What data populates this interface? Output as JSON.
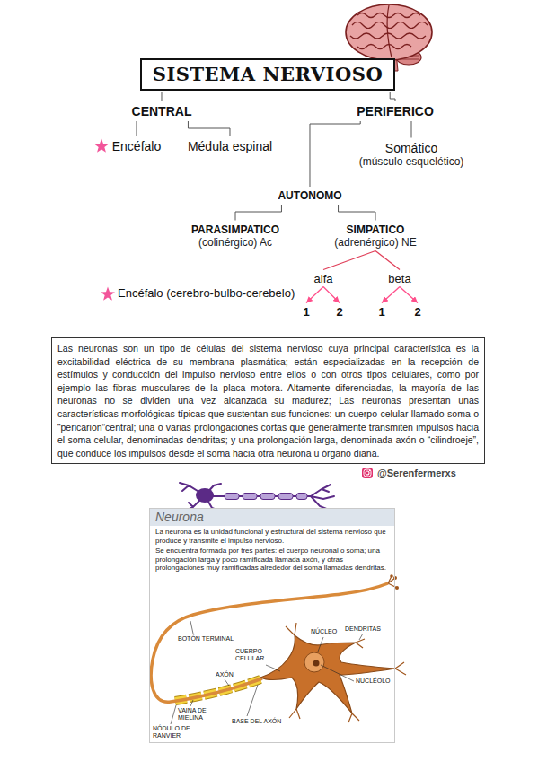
{
  "diagram": {
    "nodes": [
      {
        "text": [
          "SISTEMA NERVIOSO"
        ]
      },
      {
        "text": [
          "CENTRAL"
        ]
      },
      {
        "text": [
          "PERIFERICO"
        ]
      },
      {
        "text": [
          "Encéfalo"
        ]
      },
      {
        "text": [
          "Médula espinal"
        ]
      },
      {
        "text": [
          "Somático",
          "(músculo esquelético)"
        ]
      },
      {
        "text": [
          "AUTONOMO"
        ]
      },
      {
        "text": [
          "PARASIMPATICO",
          "(colinérgico) Ac"
        ]
      },
      {
        "text": [
          "SIMPATICO",
          "(adrenérgico) NE"
        ]
      },
      {
        "text": [
          "alfa"
        ]
      },
      {
        "text": [
          "beta"
        ]
      },
      {
        "text": [
          "1"
        ]
      },
      {
        "text": [
          "2"
        ]
      },
      {
        "text": [
          "1"
        ]
      },
      {
        "text": [
          "2"
        ]
      },
      {
        "text": [
          "Las neuronas son un tipo de células del sistema nervioso cuya principal característica es la excitabilidad eléctrica de su membrana plasmática; están especializadas en la recepción de estímulos y conducción del impulso nervioso entre ellos o con otros tipos celulares, como por ejemplo las fibras musculares de la placa motora. Altamente diferenciadas, la mayoría de las neuronas no se dividen una vez alcanzada su madurez; Las neuronas presentan unas características morfológicas típicas que sustentan sus funciones: un cuerpo celular llamado soma o “pericarion”central; una o varias prolongaciones cortas que generalmente transmiten impulsos hacia el soma celular, denominadas dendritas; y una prolongación larga, denominada axón o “cilindroeje”, que conduce los impulsos desde el soma hacia otra neurona u órgano diana."
        ]
      },
      {
        "text": [
          "Neurona",
          "La neurona es la unidad funcional y estructural del sistema nervioso que produce y transmite el impulso nervioso.",
          "Se encuentra formada por tres partes: el cuerpo neuronal o soma; una prolongación larga y poco ramificada llamada axón, y otras prolongaciones muy ramificadas alrededor del soma llamadas dendritas."
        ]
      }
    ],
    "edges": [
      {
        "from": 0,
        "to": 1,
        "arrow": "none"
      },
      {
        "from": 0,
        "to": 2,
        "arrow": "none"
      },
      {
        "from": 1,
        "to": 3,
        "arrow": "none"
      },
      {
        "from": 1,
        "to": 4,
        "arrow": "none"
      },
      {
        "from": 2,
        "to": 5,
        "arrow": "none"
      },
      {
        "from": 2,
        "to": 6,
        "arrow": "none"
      },
      {
        "from": 6,
        "to": 7,
        "arrow": "none"
      },
      {
        "from": 6,
        "to": 8,
        "arrow": "none"
      },
      {
        "from": 8,
        "to": 9,
        "arrow": "none"
      },
      {
        "from": 8,
        "to": 10,
        "arrow": "none"
      },
      {
        "from": 9,
        "to": 11,
        "arrow": "to"
      },
      {
        "from": 9,
        "to": 12,
        "arrow": "to"
      },
      {
        "from": 10,
        "to": 13,
        "arrow": "to"
      },
      {
        "from": 10,
        "to": 14,
        "arrow": "to"
      }
    ],
    "labels": [
      "Encéfalo (cerebro-bulbo-cerebelo)",
      "@Serenfermerxs",
      "BOTÓN TERMINAL",
      "NÚCLEO",
      "DENDRITAS",
      "AXÓN",
      "CUERPO CELULAR",
      "NUCLÉOLO",
      "VAINA DE MIELINA",
      "NÓDULO DE RANVIER",
      "BASE DEL AXÓN"
    ]
  }
}
